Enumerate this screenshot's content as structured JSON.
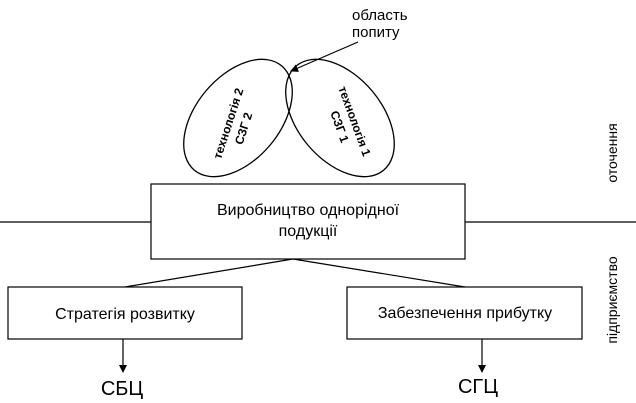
{
  "labels": {
    "demand_area_line1": "область",
    "demand_area_line2": "попиту",
    "tech2_line1": "технологія 2",
    "tech2_line2": "СЗГ 2",
    "tech1_line1": "технологія 1",
    "tech1_line2": "СЗГ 1",
    "environment": "оточення",
    "enterprise": "підприємство"
  },
  "boxes": {
    "production_line1": "Виробництво однорідної",
    "production_line2": "подукції",
    "development_strategy": "Стратегія розвитку",
    "profit_assurance": "Забезпечення прибутку"
  },
  "outputs": {
    "left": "СБЦ",
    "right": "СГЦ"
  }
}
